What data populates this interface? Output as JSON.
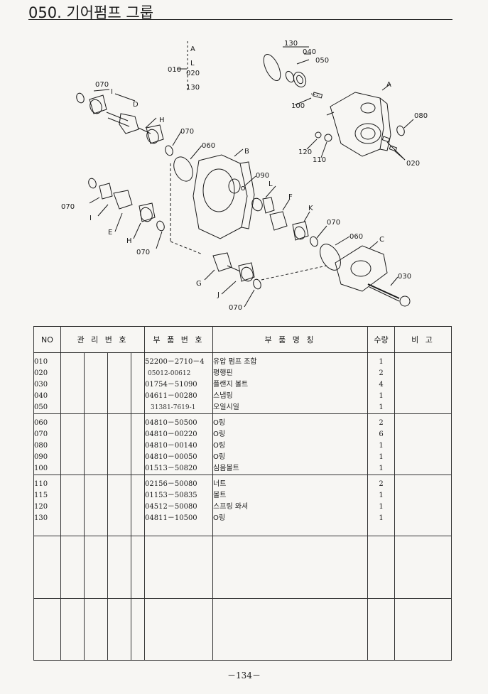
{
  "header": {
    "title": "050. 기어펌프 그룹"
  },
  "diagram": {
    "callouts": [
      "010",
      "020",
      "030",
      "040",
      "050",
      "060",
      "070",
      "070",
      "070",
      "070",
      "070",
      "080",
      "090",
      "100",
      "110",
      "120",
      "130",
      "130",
      "A",
      "B",
      "C",
      "D",
      "E",
      "F",
      "G",
      "H",
      "H",
      "I",
      "I",
      "J",
      "K",
      "L",
      "L"
    ],
    "assembly_note": [
      "A",
      "L",
      "020",
      "130"
    ],
    "labels": {
      "c010": "010",
      "c020a": "020",
      "c020b": "020",
      "c030": "030",
      "c040": "040",
      "c050": "050",
      "c060a": "060",
      "c060b": "060",
      "c070a": "070",
      "c070b": "070",
      "c070c": "070",
      "c070d": "070",
      "c070e": "070",
      "c070f": "070",
      "c080": "080",
      "c090": "090",
      "c100": "100",
      "c110": "110",
      "c120": "120",
      "c130a": "130",
      "c130b": "130",
      "cA": "A",
      "cA2": "A",
      "cB": "B",
      "cC": "C",
      "cD": "D",
      "cE": "E",
      "cF": "F",
      "cG": "G",
      "cH": "H",
      "cH2": "H",
      "cI": "I",
      "cI2": "I",
      "cJ": "J",
      "cK": "K",
      "cL": "L",
      "cL2": "L"
    }
  },
  "table": {
    "headers": {
      "no": "NO",
      "mgmt": "관 리 번 호",
      "part_number": "부 품 번 호",
      "part_name": "부  품  명  칭",
      "qty": "수량",
      "remarks": "비  고"
    },
    "blocks": [
      {
        "no": [
          "010",
          "020",
          "030",
          "040",
          "050"
        ],
        "part_number": [
          "52200－2710－4",
          "05012-00612",
          "01754－51090",
          "04611－00280",
          "31381-7619-1"
        ],
        "part_name": [
          "유압 펌프 조합",
          "평행핀",
          "플랜지 볼트",
          "스냅링",
          "오일시일"
        ],
        "qty": [
          "1",
          "2",
          "4",
          "1",
          "1"
        ]
      },
      {
        "no": [
          "060",
          "070",
          "080",
          "090",
          "100"
        ],
        "part_number": [
          "04810－50500",
          "04810－00220",
          "04810－00140",
          "04810－00050",
          "01513－50820"
        ],
        "part_name": [
          "O링",
          "O링",
          "O링",
          "O링",
          "심음볼트"
        ],
        "qty": [
          "2",
          "6",
          "1",
          "1",
          "1"
        ]
      },
      {
        "no": [
          "110",
          "115",
          "120",
          "130"
        ],
        "part_number": [
          "02156－50080",
          "01153－50835",
          "04512－50080",
          "04811－10500"
        ],
        "part_name": [
          "너트",
          "볼트",
          "스프링 와셔",
          "O링"
        ],
        "qty": [
          "2",
          "1",
          "1",
          "1"
        ]
      }
    ]
  },
  "footer": {
    "page_number": "－134－"
  }
}
